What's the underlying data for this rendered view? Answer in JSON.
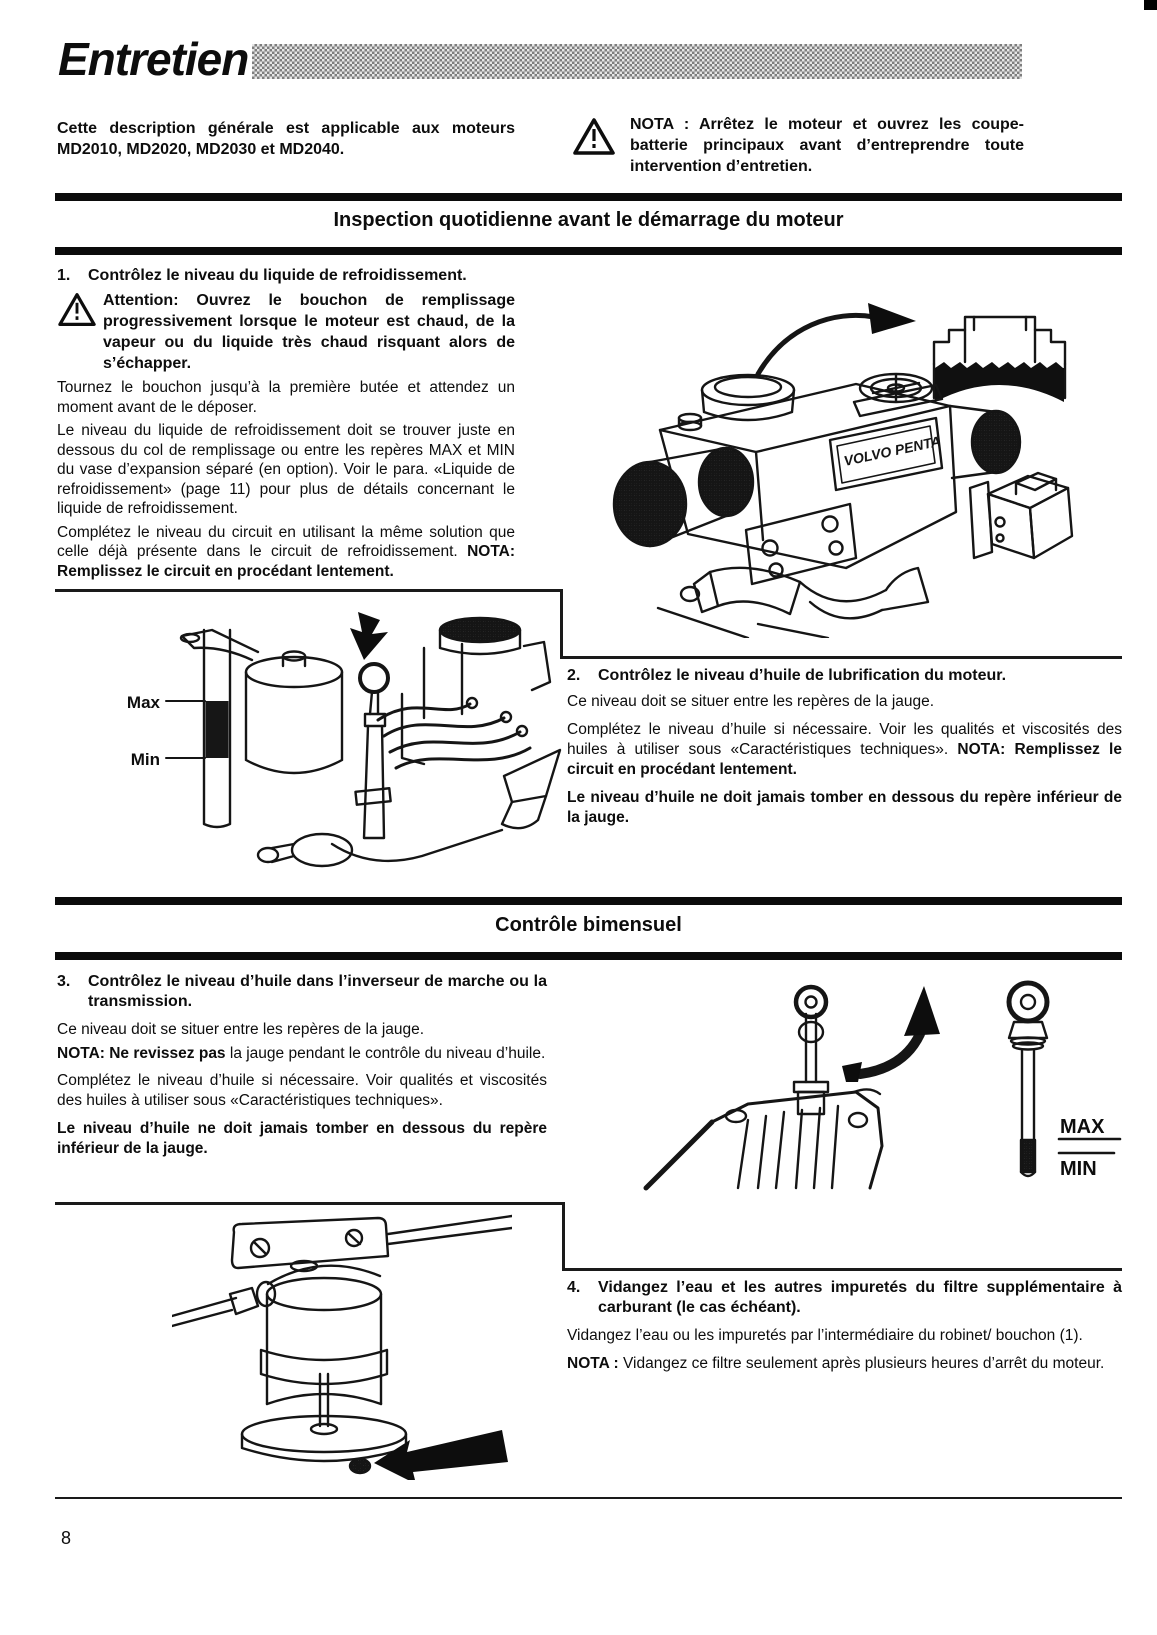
{
  "colors": {
    "ink": "#0d0d0d",
    "paper": "#ffffff",
    "bar": "#0b0b0b"
  },
  "page": {
    "number": "8",
    "title": "Entretien"
  },
  "header": {
    "intro": "Cette description générale est applicable aux moteurs MD2010, MD2020, MD2030 et MD2040.",
    "nota_label": "NOTA :",
    "nota_text": "Arrêtez le moteur et ouvrez les coupe-batterie principaux avant d’entreprendre toute intervention d’entretien."
  },
  "section_daily": {
    "heading": "Inspection quotidienne avant le démarrage du moteur"
  },
  "section_biweekly": {
    "heading": "Contrôle bimensuel"
  },
  "item1": {
    "num": "1.",
    "title": "Contrôlez le niveau du liquide de refroidissement.",
    "warning": "Attention: Ouvrez le bouchon de remplissage progressivement lorsque le moteur est chaud, de la vapeur ou du liquide très chaud risquant alors de s’échapper.",
    "p1": "Tournez le bouchon jusqu’à la première butée et attendez un moment avant de le déposer.",
    "p2": "Le niveau du liquide de refroidissement doit se trouver juste en dessous du col de remplissage ou entre les repères MAX et MIN du vase d’expansion séparé (en option). Voir le para. «Liquide de refroidissement» (page 11) pour plus de détails concernant le liquide de refroidissement.",
    "p3": "Complétez le niveau du circuit en utilisant la même solution que celle déjà présente dans le circuit de refroidissement.",
    "nota": "NOTA: Remplissez le circuit en procédant lentement."
  },
  "item2": {
    "num": "2.",
    "title": "Contrôlez le niveau d’huile de lubrification du moteur.",
    "p1": "Ce niveau doit se situer entre les repères de la jauge.",
    "p2": "Complétez le niveau d’huile si nécessaire. Voir les qualités et viscosités des huiles à utiliser sous «Caractéristiques techniques».",
    "p2_nota": "NOTA: Remplissez le circuit en procédant lentement.",
    "p3": "Le niveau d’huile ne doit jamais tomber en dessous du repère inférieur de la jauge."
  },
  "item3": {
    "num": "3.",
    "title": "Contrôlez le niveau d’huile dans l’inverseur de marche ou la transmission.",
    "p1": "Ce niveau doit se situer entre les repères de la jauge.",
    "nota_bold": "NOTA: Ne revissez pas",
    "nota_rest": " la jauge pendant le contrôle du niveau d’huile.",
    "p2": "Complétez le niveau d’huile si nécessaire. Voir qualités et viscosités des huiles à utiliser sous «Caractéristiques techniques».",
    "p3": "Le niveau d’huile ne doit jamais tomber en dessous du repère inférieur de la jauge."
  },
  "item4": {
    "num": "4.",
    "title": "Vidangez l’eau et les autres impuretés du filtre supplémentaire à carburant (le cas échéant).",
    "p1": "Vidangez l’eau ou les impuretés par l’intermédiaire du robinet/ bouchon (1).",
    "nota_bold": "NOTA :",
    "nota_rest": " Vidangez ce filtre seulement après plusieurs heures d’arrêt du moteur."
  },
  "figures": {
    "gauge": {
      "max": "Max",
      "min": "Min"
    },
    "dipstick": {
      "max": "MAX",
      "min": "MIN"
    },
    "engine_plate": "VOLVO PENTA"
  }
}
